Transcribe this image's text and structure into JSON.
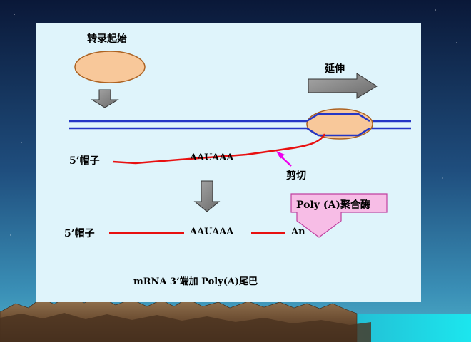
{
  "labels": {
    "transcription_start": "转录起始",
    "elongation": "延伸",
    "cap_top": "5’帽子",
    "signal_top": "AAUAAA",
    "cleavage": "剪切",
    "enzyme": "Poly (A)聚合酶",
    "cap_bottom": "5’帽子",
    "signal_bottom": "AAUAAA",
    "poly_a_tail": "An",
    "caption": "mRNA 3’端加 Poly(A)尾巴"
  },
  "colors": {
    "panel": "#dff4fb",
    "dna_strand": "#2436c6",
    "rna_strand": "#e81010",
    "polymerase": "#f8c89a",
    "polymerase_outline": "#ac6222",
    "arrow_gray": "#8c8c8c",
    "cleavage_arrow": "#ee00ee",
    "enzyme_box": "#f7bde6",
    "enzyme_outline": "#c040a0"
  },
  "icons": {
    "down_arrow": "gray-block-arrow-down",
    "right_arrow": "gray-block-arrow-right",
    "enzyme_arrow": "pink-block-arrow-down"
  }
}
